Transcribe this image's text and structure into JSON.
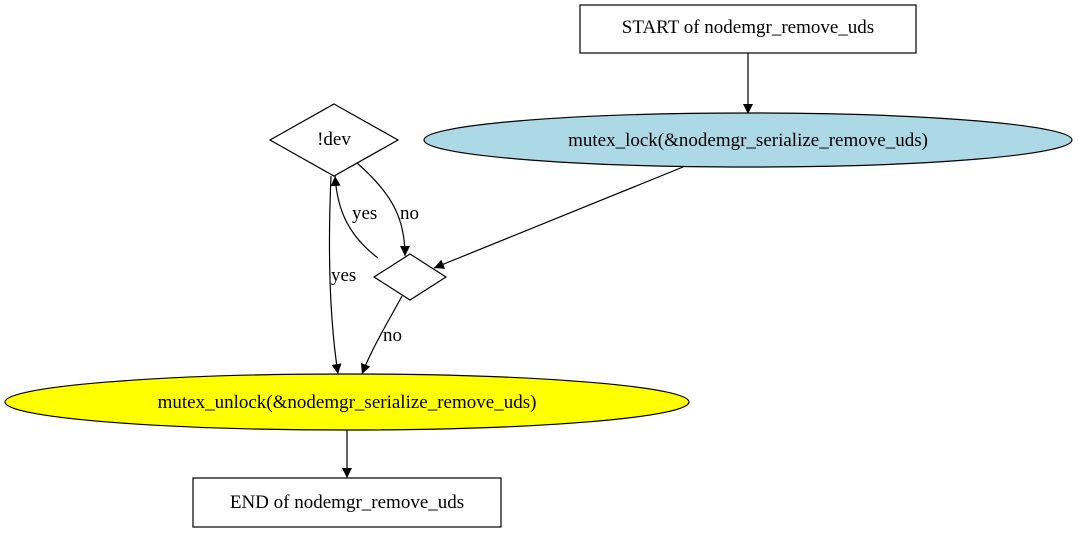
{
  "colors": {
    "lock_fill": "#add8e6",
    "unlock_fill": "#ffff00",
    "box_fill": "#ffffff",
    "stroke": "#000000"
  },
  "nodes": {
    "start": {
      "label": "START of nodemgr_remove_uds"
    },
    "lock": {
      "label": "mutex_lock(&nodemgr_serialize_remove_uds)"
    },
    "dev_check": {
      "label": "!dev"
    },
    "loop_decision": {
      "label": ""
    },
    "unlock": {
      "label": "mutex_unlock(&nodemgr_serialize_remove_uds)"
    },
    "end": {
      "label": "END of nodemgr_remove_uds"
    }
  },
  "edges": {
    "decision_to_dev_yes": {
      "label": "yes"
    },
    "dev_to_decision_no": {
      "label": "no"
    },
    "dev_to_unlock_yes": {
      "label": "yes"
    },
    "decision_to_unlock_no": {
      "label": "no"
    }
  }
}
